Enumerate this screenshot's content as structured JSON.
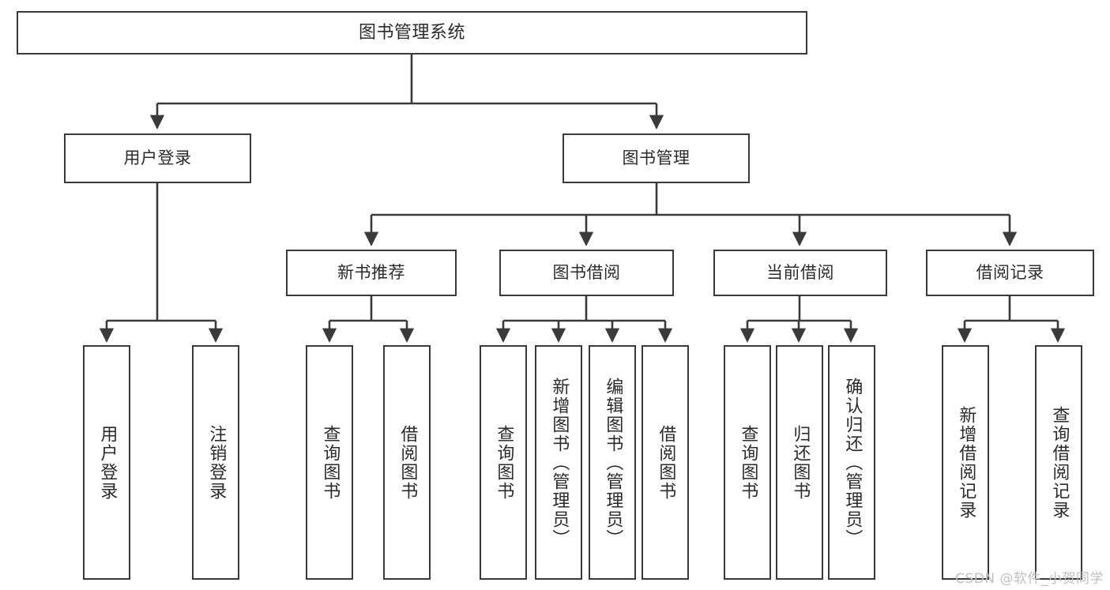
{
  "diagram": {
    "title": "图书管理系统",
    "type": "tree-hierarchy-chart",
    "watermark": "CSDN @软件_小贺同学",
    "colors": {
      "box_border": "#3a3a3a",
      "box_fill": "#ffffff",
      "edge": "#3a3a3a",
      "text": "#2b2b2b",
      "watermark": "#bfbfbf",
      "background": "#ffffff"
    }
  },
  "nodes": {
    "root": {
      "label": "图书管理系统"
    },
    "level2": [
      {
        "id": "user-login",
        "label": "用户登录"
      },
      {
        "id": "book-manage",
        "label": "图书管理"
      }
    ],
    "level3": [
      {
        "id": "new-book-recommend",
        "label": "新书推荐"
      },
      {
        "id": "book-borrow",
        "label": "图书借阅"
      },
      {
        "id": "current-borrow",
        "label": "当前借阅"
      },
      {
        "id": "borrow-record",
        "label": "借阅记录"
      }
    ],
    "leaves": {
      "user_login": [
        {
          "id": "leaf-user-login",
          "label": "用户登录"
        },
        {
          "id": "leaf-logout",
          "label": "注销登录"
        }
      ],
      "new_book_recommend": [
        {
          "id": "leaf-query-book-1",
          "label": "查询图书"
        },
        {
          "id": "leaf-borrow-book-1",
          "label": "借阅图书"
        }
      ],
      "book_borrow": [
        {
          "id": "leaf-query-book-2",
          "label": "查询图书"
        },
        {
          "id": "leaf-add-book",
          "label": "新增图书（管理员）"
        },
        {
          "id": "leaf-edit-book",
          "label": "编辑图书（管理员）"
        },
        {
          "id": "leaf-borrow-book-2",
          "label": "借阅图书"
        }
      ],
      "current_borrow": [
        {
          "id": "leaf-query-book-3",
          "label": "查询图书"
        },
        {
          "id": "leaf-return-book",
          "label": "归还图书"
        },
        {
          "id": "leaf-confirm-return",
          "label": "确认归还（管理员）"
        }
      ],
      "borrow_record": [
        {
          "id": "leaf-add-record",
          "label": "新增借阅记录"
        },
        {
          "id": "leaf-query-record",
          "label": "查询借阅记录"
        }
      ]
    }
  }
}
